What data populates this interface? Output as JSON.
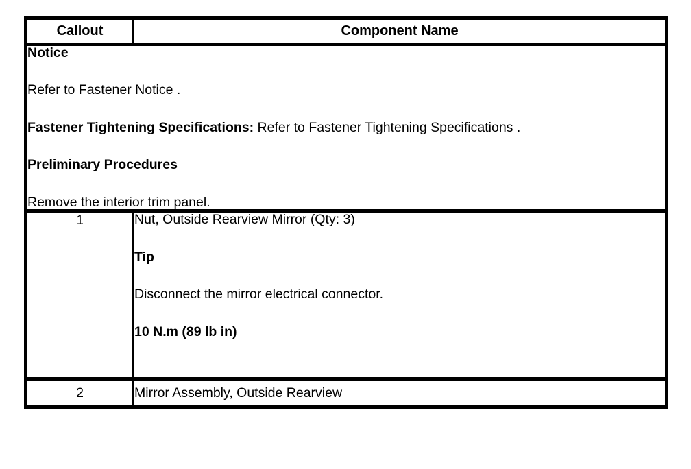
{
  "table": {
    "headers": {
      "callout": "Callout",
      "component_name": "Component Name"
    },
    "notice_block": {
      "title": "Notice",
      "notice_text": "Refer to Fastener Notice .",
      "fastener_spec_label": "Fastener Tightening Specifications:",
      "fastener_spec_text": " Refer to Fastener Tightening Specifications .",
      "preliminary_title": "Preliminary Procedures",
      "preliminary_text": "Remove the interior trim panel."
    },
    "rows": [
      {
        "callout": "1",
        "component_name": "Nut, Outside Rearview Mirror (Qty: 3)",
        "tip_title": "Tip",
        "tip_text": "Disconnect the mirror electrical connector.",
        "torque": "10 N.m (89 lb in)"
      },
      {
        "callout": "2",
        "component_name": "Mirror Assembly, Outside Rearview"
      }
    ]
  },
  "colors": {
    "border": "#000000",
    "text": "#000000",
    "background": "#ffffff"
  }
}
